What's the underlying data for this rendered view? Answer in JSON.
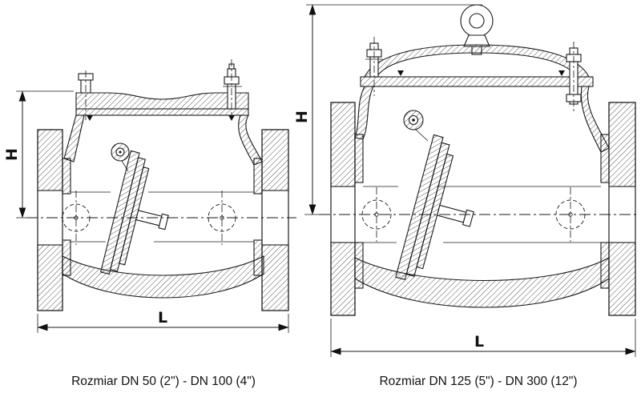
{
  "figure": {
    "type": "technical-drawing",
    "subject": "swing check valve cross sections",
    "colors": {
      "line": "#1a1a1a",
      "background": "#ffffff"
    },
    "left": {
      "caption": "Rozmiar DN 50 (2\") - DN 100 (4\")",
      "dim_height_label": "H",
      "dim_length_label": "L"
    },
    "right": {
      "caption": "Rozmiar DN 125 (5\") - DN 300 (12\")",
      "dim_height_label": "H",
      "dim_length_label": "L"
    }
  }
}
